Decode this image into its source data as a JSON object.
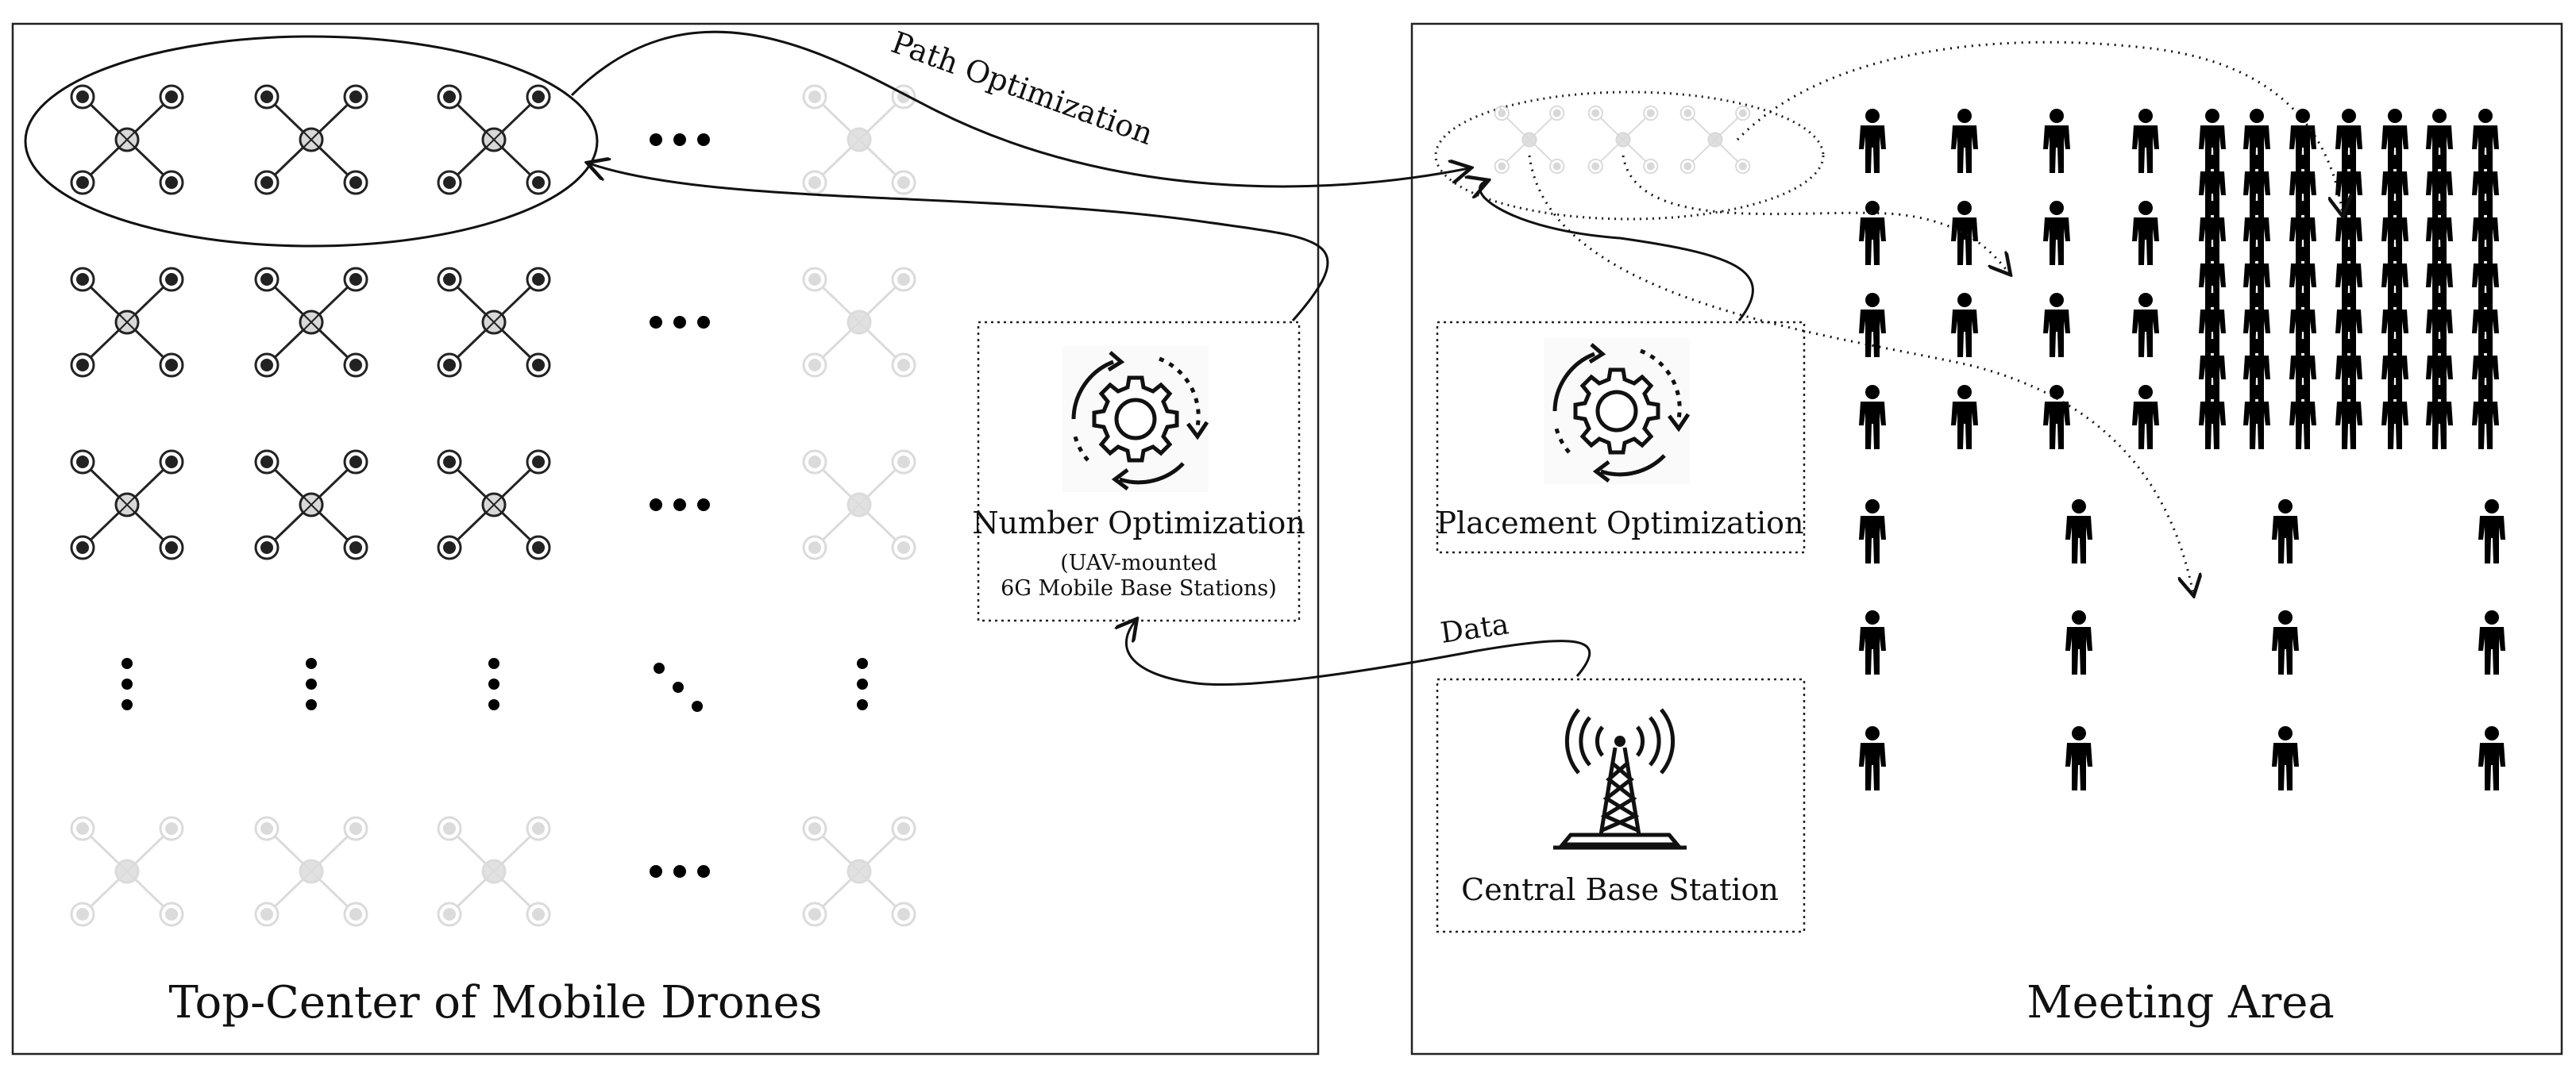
{
  "left_panel": {
    "caption": "Top-Center of Mobile Drones"
  },
  "right_panel": {
    "caption": "Meeting Area"
  },
  "number_box": {
    "title": "Number Optimization",
    "subtitle_line1": "(UAV-mounted",
    "subtitle_line2": "6G Mobile Base Stations)"
  },
  "placement_box": {
    "title": "Placement Optimization"
  },
  "base_station_box": {
    "title": "Central Base Station"
  },
  "arrows": {
    "path_label": "Path Optimization",
    "data_label": "Data"
  },
  "icons": {
    "drone": "quadcopter-icon",
    "gear": "gear-cycle-icon",
    "tower": "radio-tower-icon",
    "person": "person-icon"
  }
}
